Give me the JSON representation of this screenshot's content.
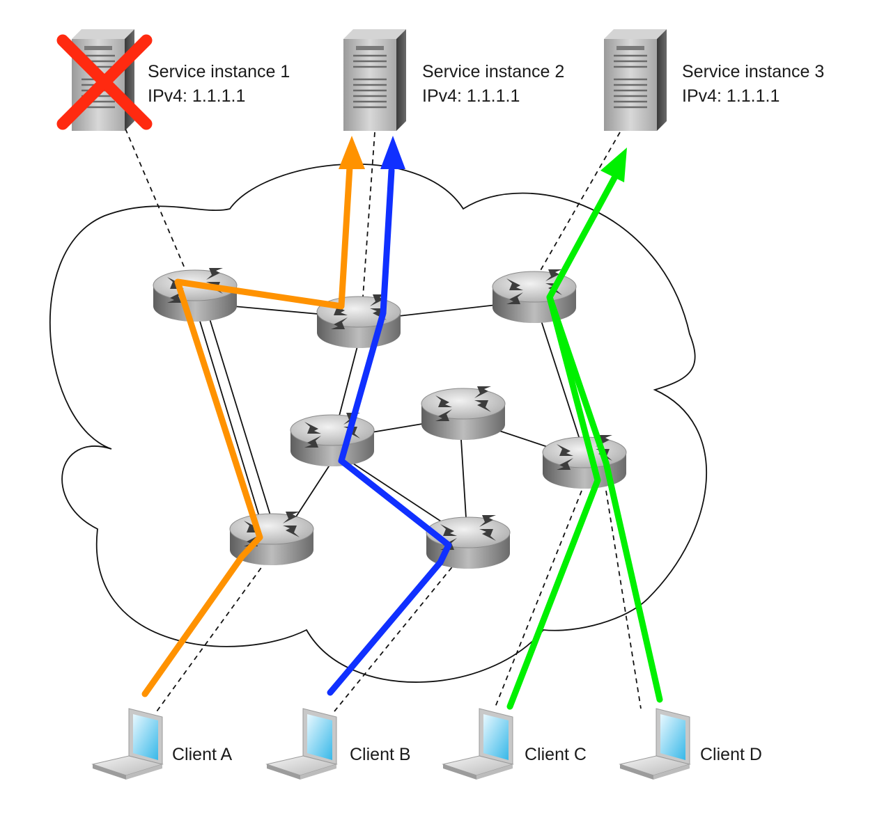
{
  "servers": [
    {
      "name": "Service instance 1",
      "address": "IPv4: 1.1.1.1",
      "status": "down",
      "icon": "server-icon"
    },
    {
      "name": "Service instance 2",
      "address": "IPv4: 1.1.1.1",
      "status": "up",
      "icon": "server-icon"
    },
    {
      "name": "Service instance 3",
      "address": "IPv4: 1.1.1.1",
      "status": "up",
      "icon": "server-icon"
    }
  ],
  "clients": [
    {
      "name": "Client A",
      "icon": "laptop-icon"
    },
    {
      "name": "Client B",
      "icon": "laptop-icon"
    },
    {
      "name": "Client C",
      "icon": "laptop-icon"
    },
    {
      "name": "Client D",
      "icon": "laptop-icon"
    }
  ],
  "colors": {
    "path_client_a": "#ff9200",
    "path_client_b": "#1030ff",
    "path_client_cd": "#00f000",
    "failure_mark": "#ff2a10"
  }
}
